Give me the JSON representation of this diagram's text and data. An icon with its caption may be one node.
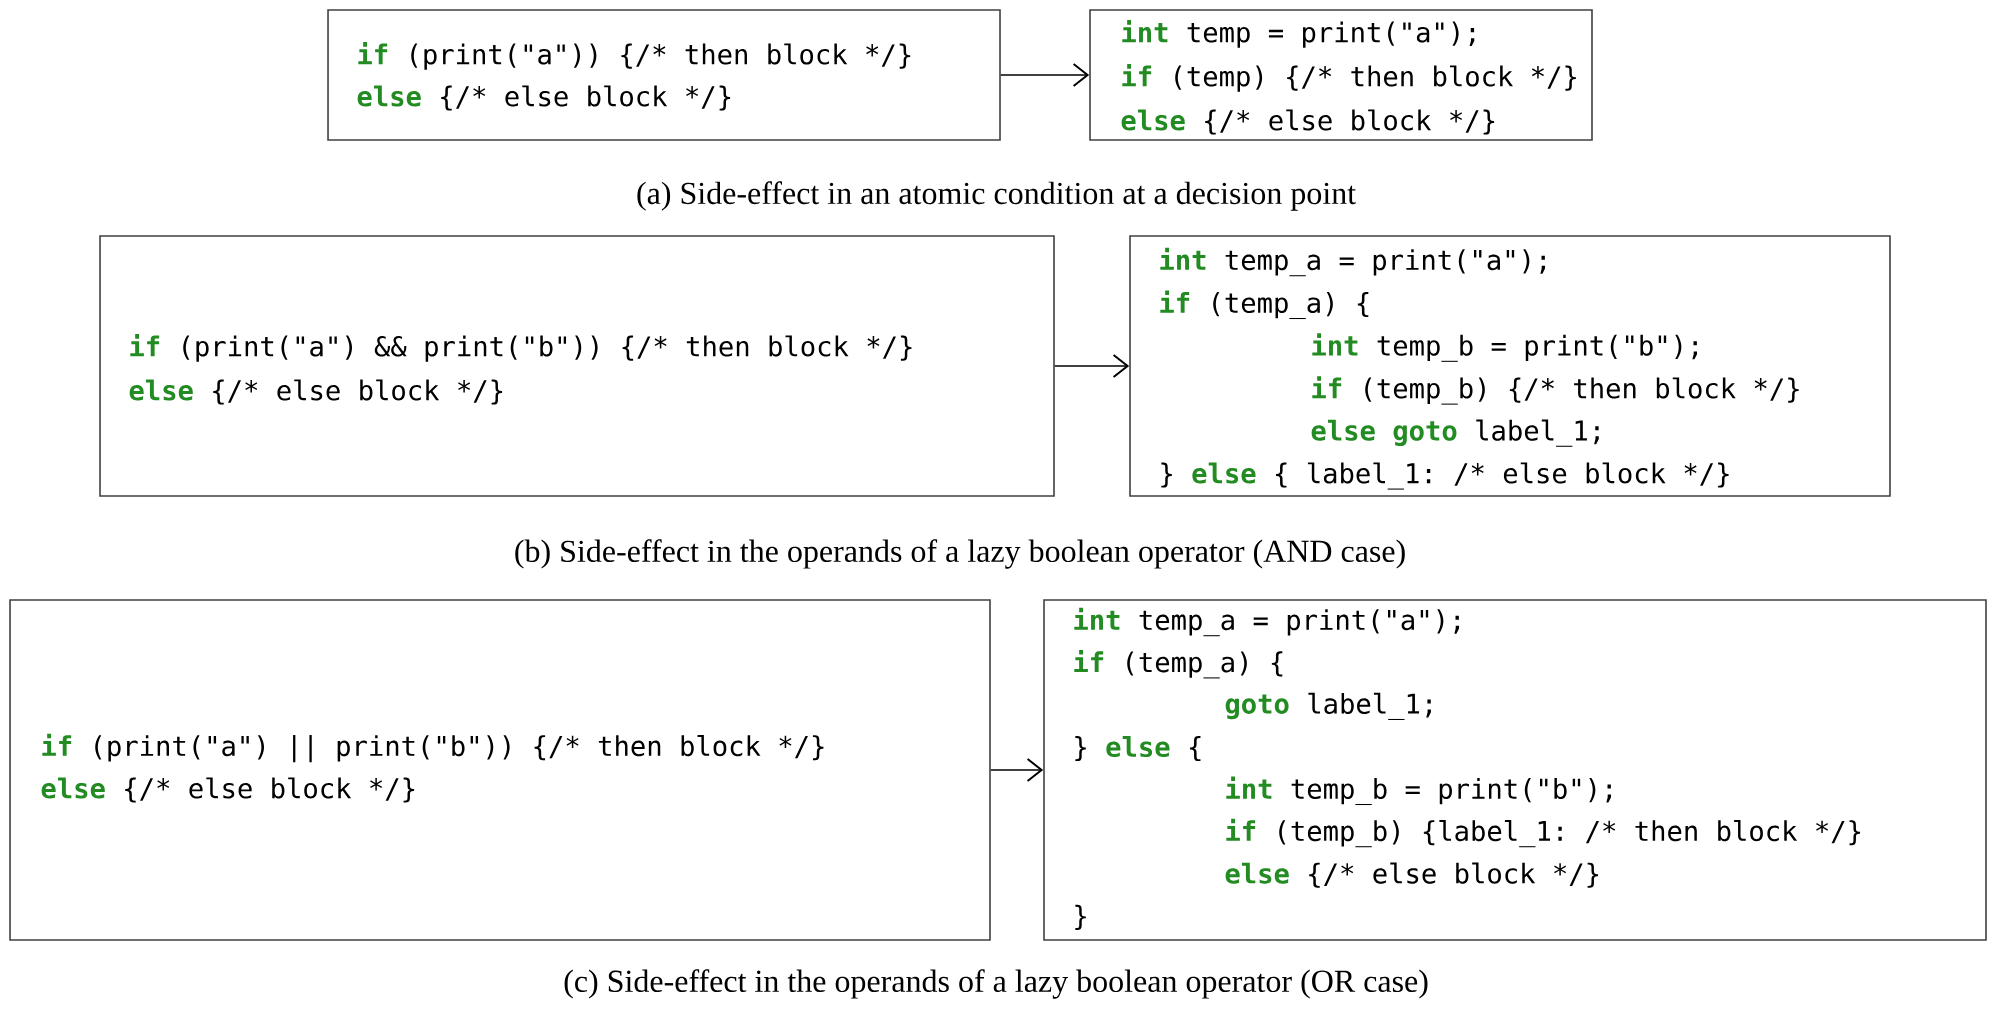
{
  "diagram": {
    "nodes": [
      {
        "text": [
          "**if** (print(\"a\")) {/* then block */}",
          "**else** {/* else block */}"
        ]
      },
      {
        "text": [
          "**int** temp = print(\"a\");",
          "**if** (temp) {/* then block */}",
          "**else** {/* else block */}"
        ]
      },
      {
        "text": [
          "**if** (print(\"a\") && print(\"b\")) {/* then block */}",
          "**else** {/* else block */}"
        ]
      },
      {
        "text": [
          "**int** temp_a = print(\"a\");",
          "**if** (temp_a) {",
          "**int** temp_b = print(\"b\");",
          "**if** (temp_b) {/* then block */}",
          "**else goto** label_1;",
          "} **else** { label_1: /* else block */}"
        ]
      },
      {
        "text": [
          "**if** (print(\"a\") || print(\"b\")) {/* then block */}",
          "**else** {/* else block */}"
        ]
      },
      {
        "text": [
          "**int** temp_a = print(\"a\");",
          "**if** (temp_a) {",
          "**goto** label_1;",
          "} **else** {",
          "**int** temp_b = print(\"b\");",
          "**if** (temp_b) {label_1: /* then block */}",
          "**else** {/* else block */}",
          "}"
        ]
      }
    ],
    "edges": [
      {
        "from": 0,
        "to": 1,
        "arrow": "to"
      },
      {
        "from": 2,
        "to": 3,
        "arrow": "to"
      },
      {
        "from": 4,
        "to": 5,
        "arrow": "to"
      }
    ],
    "labels": [
      "(a) Side-effect in an atomic condition at a decision point",
      "(b) Side-effect in the operands of a lazy boolean operator (AND case)",
      "(c) Side-effect in the operands of a lazy boolean operator (OR case)"
    ]
  }
}
